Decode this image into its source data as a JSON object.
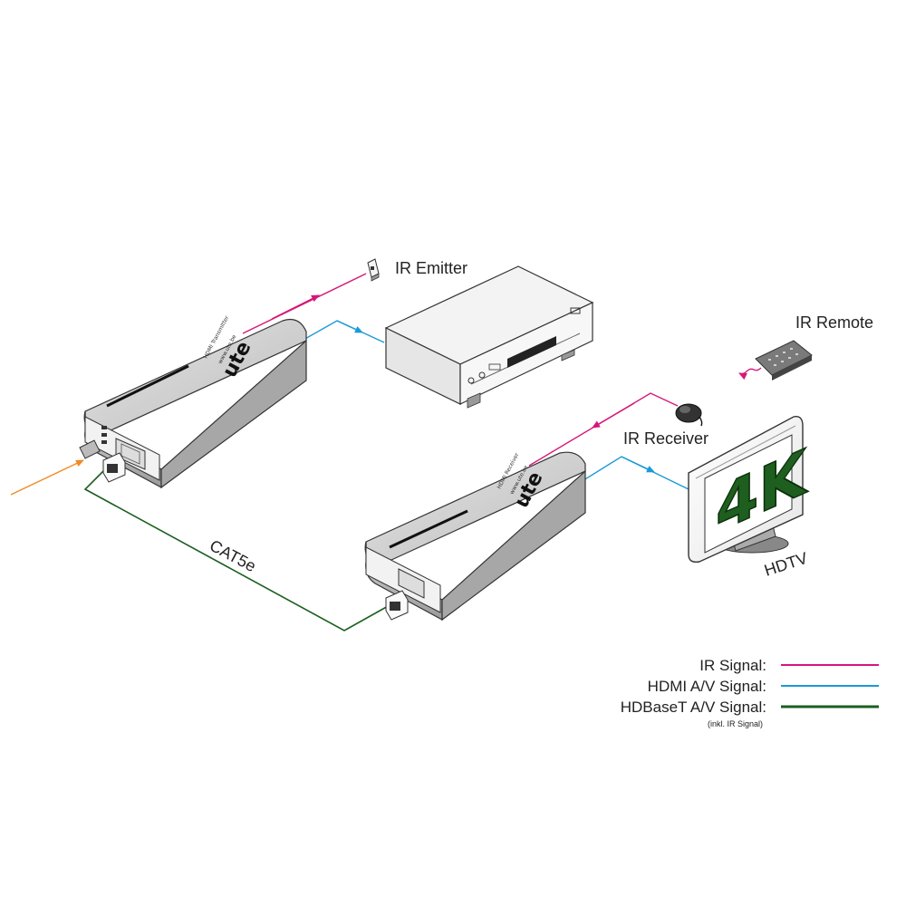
{
  "labels": {
    "ir_emitter": "IR Emitter",
    "ir_remote": "IR Remote",
    "ir_receiver": "IR Receiver",
    "hdtv": "HDTV",
    "cable": "CAT5e",
    "tv_screen": "4K"
  },
  "transmitter": {
    "brand": "ute",
    "model": "HDMI Transmitter",
    "url": "www.ute.be"
  },
  "receiver": {
    "brand": "ute",
    "model": "HDMI Receiver",
    "url": "www.ute.be"
  },
  "legend": {
    "ir_signal": "IR Signal:",
    "hdmi_signal": "HDMI A/V Signal:",
    "hdbaset_signal": "HDBaseT A/V Signal:",
    "hdbaset_note": "(inkl. IR Signal)"
  },
  "colors": {
    "ir": "#d6177a",
    "hdmi": "#1a9ad6",
    "hdbaset": "#1b5e20",
    "input": "#f08a24",
    "tv_text": "#1e5e1e",
    "device_body": "#c9c9c9",
    "device_dark": "#8f8f8f"
  }
}
